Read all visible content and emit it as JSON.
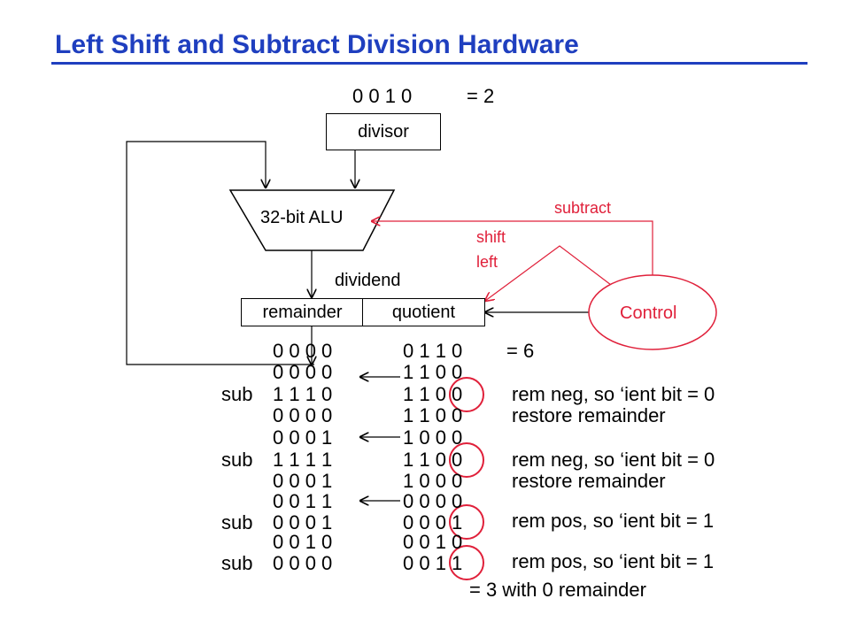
{
  "title": "Left Shift and Subtract Division Hardware",
  "divisor_value": "0 0 1 0",
  "divisor_eq": "= 2",
  "divisor_label": "divisor",
  "alu_label": "32-bit ALU",
  "remainder_label": "remainder",
  "quotient_label": "quotient",
  "dividend_label": "dividend",
  "control_label": "Control",
  "subtract_label": "subtract",
  "shift_label_1": "shift",
  "shift_label_2": "left",
  "dividend_eq": "= 6",
  "final_result": "= 3 with 0 remainder",
  "colors": {
    "title": "#1f3fbf",
    "control": "#e0203a",
    "circle": "#e0203a"
  },
  "steps": [
    {
      "op": "",
      "rem": "0 0 0 0",
      "quo": "0 1 1 0",
      "note": ""
    },
    {
      "op": "",
      "rem": "0 0 0 0",
      "quo": "1 1 0 0",
      "note": ""
    },
    {
      "op": "sub",
      "rem": "1 1 1 0",
      "quo": "1 1 0 0",
      "note": "rem neg, so ‘ient bit = 0"
    },
    {
      "op": "",
      "rem": "0 0 0 0",
      "quo": "1 1 0 0",
      "note": "restore remainder"
    },
    {
      "op": "",
      "rem": "0 0 0 1",
      "quo": "1 0 0 0",
      "note": ""
    },
    {
      "op": "sub",
      "rem": "1 1 1 1",
      "quo": "1 1 0 0",
      "note": "rem neg, so ‘ient bit = 0"
    },
    {
      "op": "",
      "rem": "0 0 0 1",
      "quo": "1 0 0 0",
      "note": "restore remainder"
    },
    {
      "op": "",
      "rem": "0 0 1 1",
      "quo": "0 0 0 0",
      "note": ""
    },
    {
      "op": "sub",
      "rem": "0 0 0 1",
      "quo": "0 0 0 1",
      "note": "rem pos, so ‘ient bit = 1"
    },
    {
      "op": "",
      "rem": "0 0 1 0",
      "quo": "0 0 1 0",
      "note": ""
    },
    {
      "op": "sub",
      "rem": "0 0 0 0",
      "quo": "0 0 1 1",
      "note": "rem pos, so ‘ient bit = 1"
    }
  ]
}
